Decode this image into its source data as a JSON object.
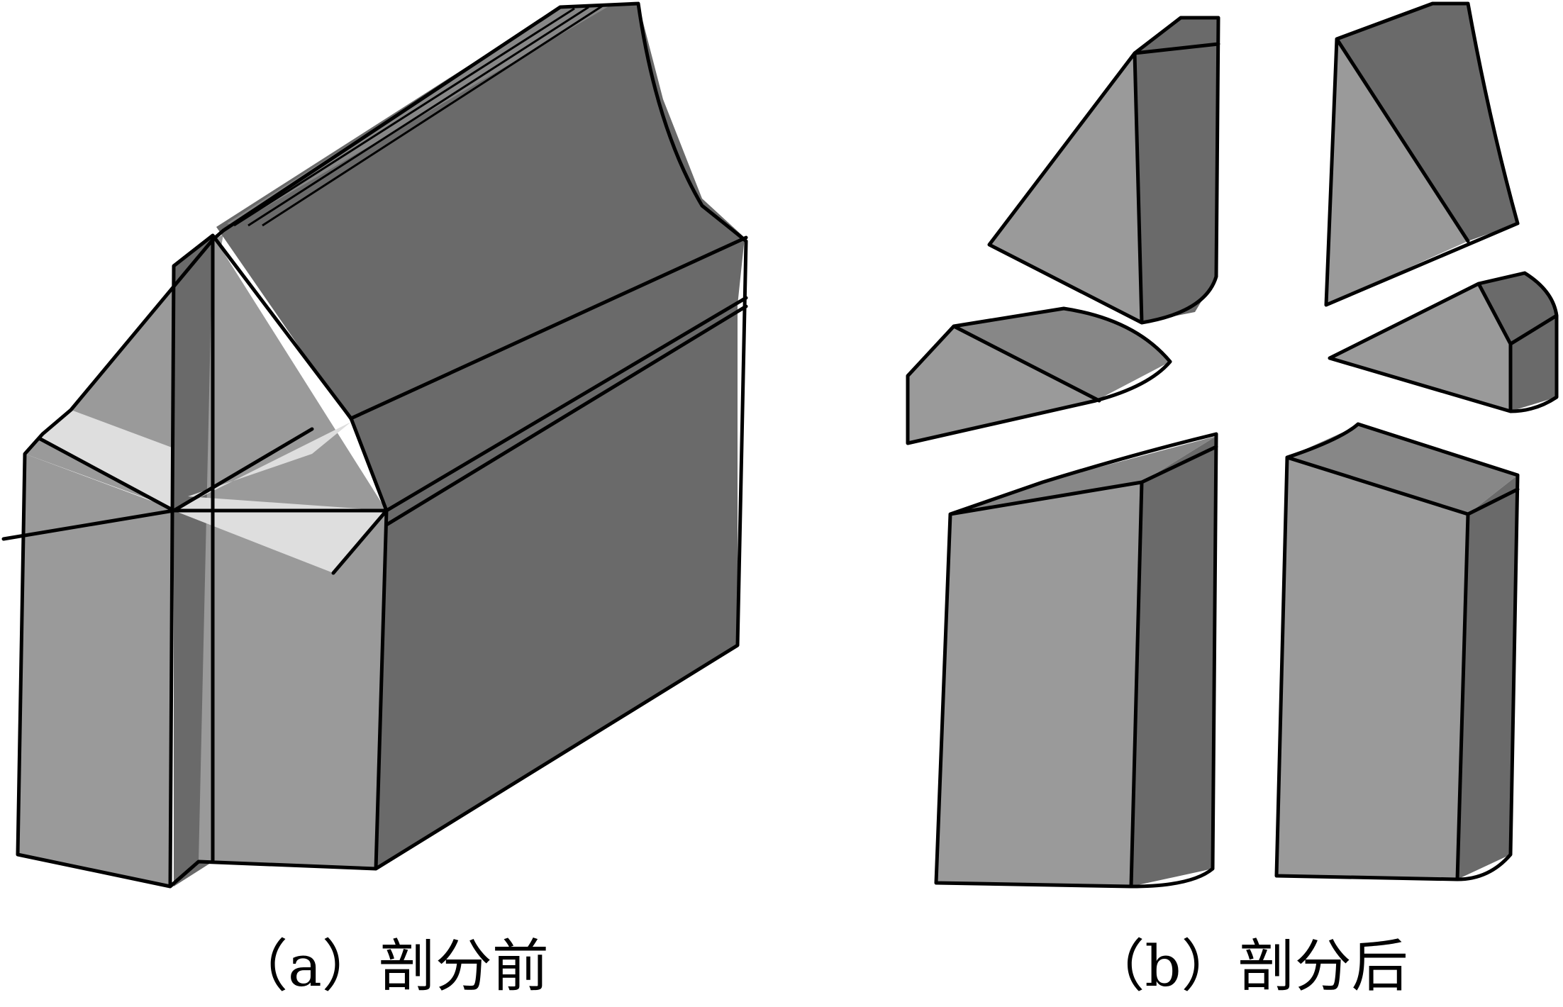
{
  "figure": {
    "panels": [
      {
        "id": "a",
        "caption": "（a）剖分前"
      },
      {
        "id": "b",
        "caption": "（b）剖分后"
      }
    ]
  },
  "colors": {
    "light_face": "#9a9a9a",
    "dark_face": "#6a6a6a",
    "cut_plane": "#dedede",
    "edge": "#000000",
    "background": "#ffffff"
  }
}
